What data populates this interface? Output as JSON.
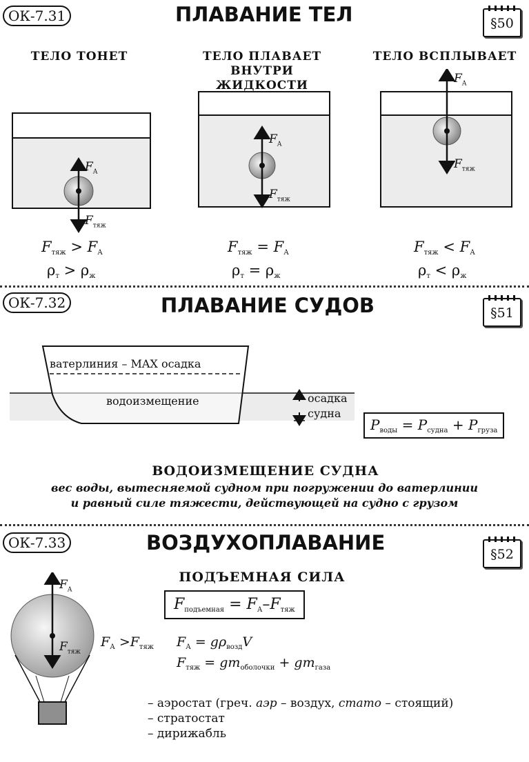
{
  "sections": [
    {
      "badge": "ОК-7.31",
      "title": "ПЛАВАНИЕ ТЕЛ",
      "paragraph": "§50"
    },
    {
      "badge": "ОК-7.32",
      "title": "ПЛАВАНИЕ СУДОВ",
      "paragraph": "§51"
    },
    {
      "badge": "ОК-7.33",
      "title": "ВОЗДУХОПЛАВАНИЕ",
      "paragraph": "§52"
    }
  ],
  "floating": {
    "cases": [
      {
        "caption": "ТЕЛО ТОНЕТ",
        "sign": ">"
      },
      {
        "caption": "ТЕЛО ПЛАВАЕТ ВНУТРИ ЖИДКОСТИ",
        "sign": "="
      },
      {
        "caption": "ТЕЛО ВСПЛЫВАЕТ",
        "sign": "<"
      }
    ],
    "f_symbol": "F",
    "archimedes_sub": "А",
    "gravity_sub": "тяж",
    "rho_symbol": "ρ",
    "rho_body_sub": "т",
    "rho_liquid_sub": "ж"
  },
  "ships": {
    "waterline_label": "ватерлиния – MAX осадка",
    "displacement_label": "водоизмещение",
    "draft_line1": "осадка",
    "draft_line2": "судна",
    "formula": {
      "p": "P",
      "water": "воды",
      "eq": "=",
      "ship": "судна",
      "plus": "+",
      "cargo": "груза"
    },
    "definition_title": "ВОДОИЗМЕЩЕНИЕ СУДНА",
    "definition_line1": "вес воды, вытесняемой судном при погружении до ватерлинии",
    "definition_line2": "и равный силе тяжести, действующей на судно с грузом"
  },
  "aero": {
    "lift_title": "ПОДЪЕМНАЯ СИЛА",
    "lift_sub": "подъемная",
    "eq": "=",
    "minus": "–",
    "gt": ">",
    "g_rho": "gρ",
    "rho_sub": "возд",
    "v": "V",
    "gm": "gm",
    "shell_sub": "оболочки",
    "plus": "+",
    "gas_sub": "газа",
    "list": [
      {
        "dash": "–",
        "text_a": "аэростат (греч. ",
        "it_a": "аэр",
        "text_b": " – воздух, ",
        "it_b": "стато",
        "text_c": " – стоящий)"
      },
      {
        "dash": "–",
        "text_a": "стратостат"
      },
      {
        "dash": "–",
        "text_a": "дирижабль"
      }
    ]
  }
}
